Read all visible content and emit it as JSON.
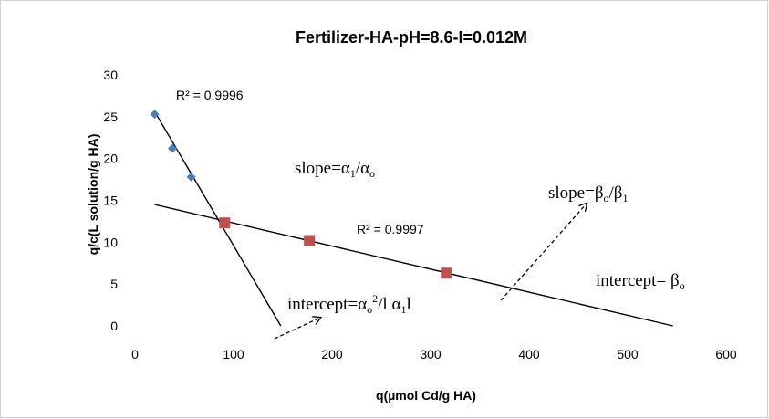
{
  "chart_data": {
    "type": "scatter",
    "title": "Fertilizer-HA-pH=8.6-I=0.012M",
    "xlabel": "q(µmol Cd/g HA)",
    "ylabel": "q/c(L solution/g HA)",
    "xlim": [
      0,
      600
    ],
    "ylim": [
      0,
      30
    ],
    "xticks": [
      0,
      100,
      200,
      300,
      400,
      500,
      600
    ],
    "yticks": [
      0,
      5,
      10,
      15,
      20,
      25,
      30
    ],
    "xtick_labels": [
      "0",
      "100",
      "200",
      "300",
      "400",
      "500",
      "600"
    ],
    "ytick_labels": [
      "0",
      "5",
      "10",
      "15",
      "20",
      "25",
      "30"
    ],
    "grid": false,
    "series": [
      {
        "marker": "diamond",
        "color": "#4a7ebb",
        "points": [
          [
            20,
            25.3
          ],
          [
            38,
            21.2
          ],
          [
            57,
            17.8
          ],
          [
            91,
            12.3
          ]
        ]
      },
      {
        "marker": "square",
        "color": "#c0504d",
        "points": [
          [
            91,
            12.3
          ],
          [
            177,
            10.2
          ],
          [
            316,
            6.3
          ]
        ]
      }
    ],
    "trendlines": [
      {
        "x": [
          20,
          148
        ],
        "y": [
          25.6,
          0
        ],
        "r2": "R² = 0.9996"
      },
      {
        "x": [
          20,
          546
        ],
        "y": [
          14.5,
          0
        ],
        "r2": "R² = 0.9997"
      }
    ],
    "annotations": {
      "slope1": {
        "pre": "slope=",
        "a": "α",
        "s1": "1",
        "mid": "/",
        "b": "α",
        "s2": "o"
      },
      "slope2": {
        "pre": "slope=",
        "a": "β",
        "s1": "o",
        "mid": "/",
        "b": "β",
        "s2": "1"
      },
      "intercept1": {
        "pre": "intercept=",
        "a": "α",
        "s1": "o",
        "exp": "2",
        "mid": "/l ",
        "b": "α",
        "s2": "1",
        "post": "l"
      },
      "intercept2": {
        "pre": "intercept= ",
        "a": "β",
        "s1": "o"
      }
    }
  }
}
